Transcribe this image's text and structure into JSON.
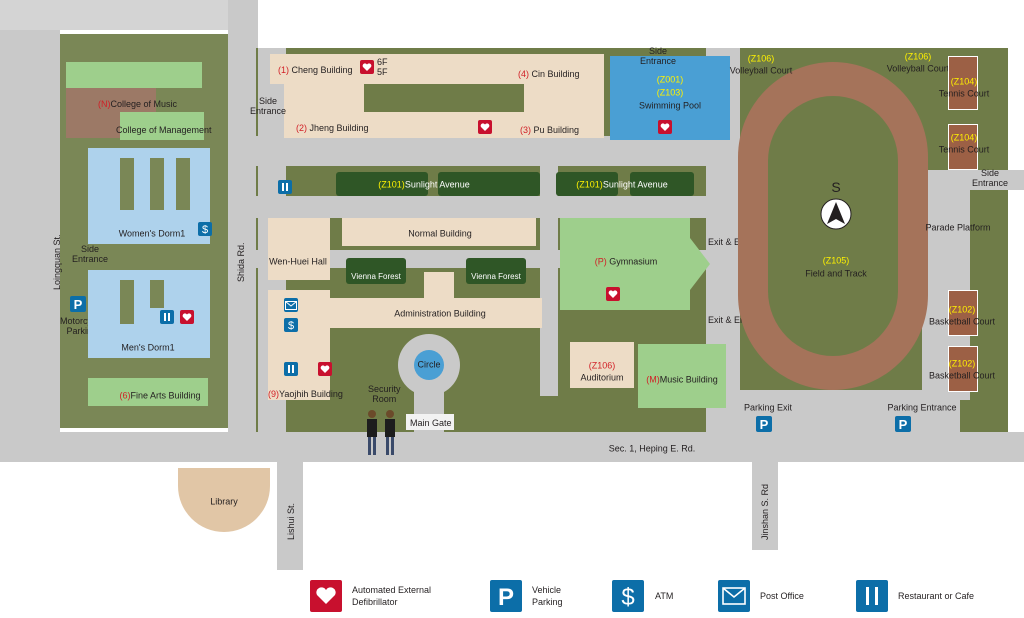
{
  "roads": {
    "loingquan": "Loingquan St.",
    "shida": "Shida Rd.",
    "heping": "Sec. 1, Heping E. Rd.",
    "lishui": "Lishui St.",
    "jinshan": "Jinshan S. Rd"
  },
  "west": {
    "college_music": {
      "code": "(N)",
      "name": "College of Music"
    },
    "college_management": "College of Management",
    "womens_dorm": "Women's Dorm1",
    "side_entrance": "Side\nEntrance",
    "motorcycle": "Motorcycle\nParking",
    "mens_dorm": "Men's Dorm1",
    "fine_arts": {
      "code": "(6)",
      "name": "Fine Arts Building"
    },
    "library": "Library"
  },
  "main": {
    "cheng": {
      "code": "(1)",
      "name": "Cheng Building"
    },
    "floors": [
      "6F",
      "5F"
    ],
    "cin": {
      "code": "(4)",
      "name": "Cin Building"
    },
    "jheng": {
      "code": "(2)",
      "name": "Jheng Building"
    },
    "pu": {
      "code": "(3)",
      "name": "Pu Building"
    },
    "side_entrance_w": "Side\nEntrance",
    "side_entrance_top": "Side\nEntrance",
    "pool": {
      "code1": "(Z001)",
      "code2": "(Z103)",
      "name": "Swimming Pool"
    },
    "sunlight_1": {
      "code": "(Z101)",
      "name": "Sunlight Avenue"
    },
    "sunlight_2": {
      "code": "(Z101)",
      "name": "Sunlight Avenue"
    },
    "normal": "Normal Building",
    "wenhuei": "Wen-Huei Hall",
    "vienna_1": "Vienna Forest",
    "vienna_2": "Vienna Forest",
    "admin": "Administration Building",
    "gym": {
      "code": "(P)",
      "name": "Gymnasium"
    },
    "exit_1": "Exit & Entrance",
    "exit_2": "Exit & Entrance",
    "circle": "Circle",
    "auditorium": {
      "code": "(Z106)",
      "name": "Auditorium"
    },
    "music_bld": {
      "code": "(M)",
      "name": "Music Building"
    },
    "yaojhih": {
      "code": "(9)",
      "name": "Yaojhih Building"
    },
    "security": "Security\nRoom",
    "main_gate": "Main Gate",
    "field": {
      "code": "(Z105)",
      "name": "Field and Track",
      "letter": "S"
    },
    "volley_1": {
      "code": "(Z106)",
      "name": "Volleyball Court"
    },
    "volley_2": {
      "code": "(Z106)",
      "name": "Volleyball Court"
    },
    "tennis_1": {
      "code": "(Z104)",
      "name": "Tennis Court"
    },
    "tennis_2": {
      "code": "(Z104)",
      "name": "Tennis Court"
    },
    "side_entrance_e": "Side\nEntrance",
    "parade": "Parade Platform",
    "basket_1": {
      "code": "(Z102)",
      "name": "Basketball Court"
    },
    "basket_2": {
      "code": "(Z102)",
      "name": "Basketball Court"
    },
    "parking_exit": "Parking Exit",
    "parking_entrance": "Parking Entrance"
  },
  "legend": {
    "aed": "Automated External\nDefibrillator",
    "parking": "Vehicle\nParking",
    "atm": "ATM",
    "post": "Post Office",
    "food": "Restaurant or Cafe"
  },
  "colors": {
    "campus_green": "#6f7c48",
    "road_gray": "#c9c9c9",
    "building_beige": "#eddcc6",
    "dorm_blue": "#aed2ec",
    "pool_blue": "#4a9fd4",
    "gym_green": "#9ecf8c",
    "track_brown": "#a5735a",
    "aed_red": "#c8102e",
    "icon_blue": "#0c6ea8",
    "code_red": "#d11f26",
    "code_yellow": "#fff200"
  }
}
